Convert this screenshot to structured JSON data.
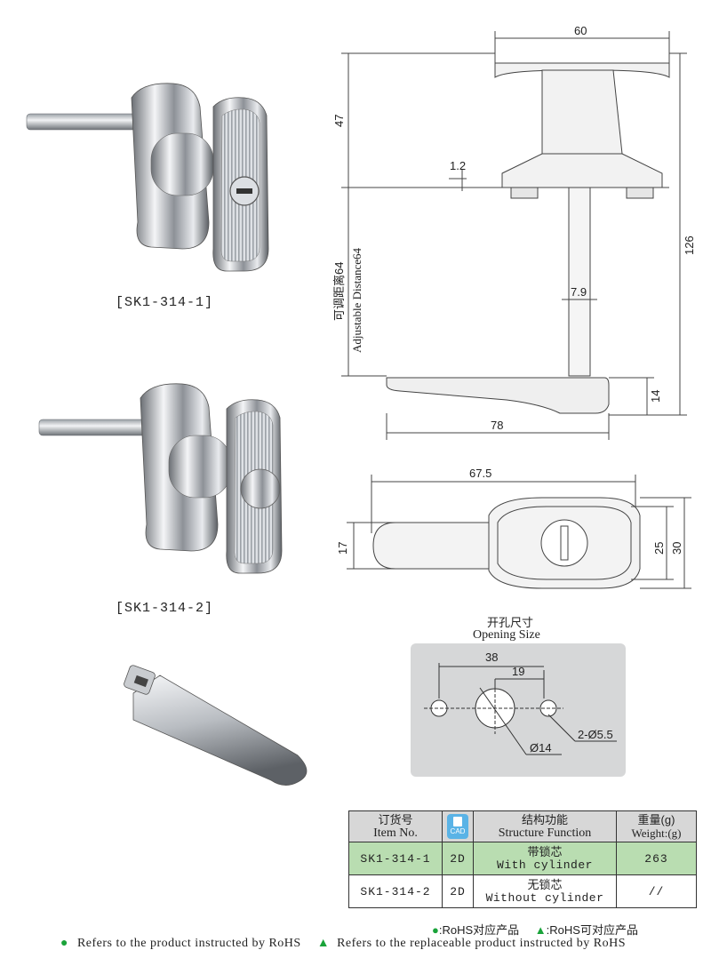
{
  "products": [
    {
      "label": "[SK1-314-1]"
    },
    {
      "label": "[SK1-314-2]"
    }
  ],
  "drawing_top": {
    "dim_width": "60",
    "dim_height_head": "47",
    "dim_thickness": "1.2",
    "dim_total": "126",
    "dim_stem": "7.9",
    "dim_cam_thickness": "14",
    "dim_cam_length": "78",
    "adjustable_cn": "可调距离64",
    "adjustable_en": "Adjustable Distance64"
  },
  "drawing_plan": {
    "dim_length": "67.5",
    "dim_stem_width": "17",
    "dim_inner": "25",
    "dim_outer": "30"
  },
  "opening": {
    "title_cn": "开孔尺寸",
    "title_en": "Opening Size",
    "dim_38": "38",
    "dim_19": "19",
    "dim_d14": "Ø14",
    "dim_d55": "2-Ø5.5"
  },
  "table": {
    "headers": [
      {
        "cn": "订货号",
        "en": "Item No."
      },
      {
        "cad": "CAD"
      },
      {
        "cn": "结构功能",
        "en": "Structure Function"
      },
      {
        "cn": "重量(g)",
        "en": "Weight:(g)"
      }
    ],
    "rows": [
      {
        "item": "SK1-314-1",
        "cad": "2D",
        "func_cn": "带锁芯",
        "func_en": "With cylinder",
        "weight": "263"
      },
      {
        "item": "SK1-314-2",
        "cad": "2D",
        "func_cn": "无锁芯",
        "func_en": "Without cylinder",
        "weight": "//"
      }
    ]
  },
  "legend": {
    "dot_symbol": "●",
    "tri_symbol": "▲",
    "dot_cn": ":RoHS对应产品",
    "tri_cn": ":RoHS可对应产品",
    "dot_en": "Refers to the product instructed by RoHS",
    "tri_en": "Refers to the replaceable product instructed by RoHS"
  },
  "colors": {
    "rohs_green": "#1aa33a",
    "row_highlight": "#b9ddb1",
    "header_gray": "#d7d7d7"
  }
}
